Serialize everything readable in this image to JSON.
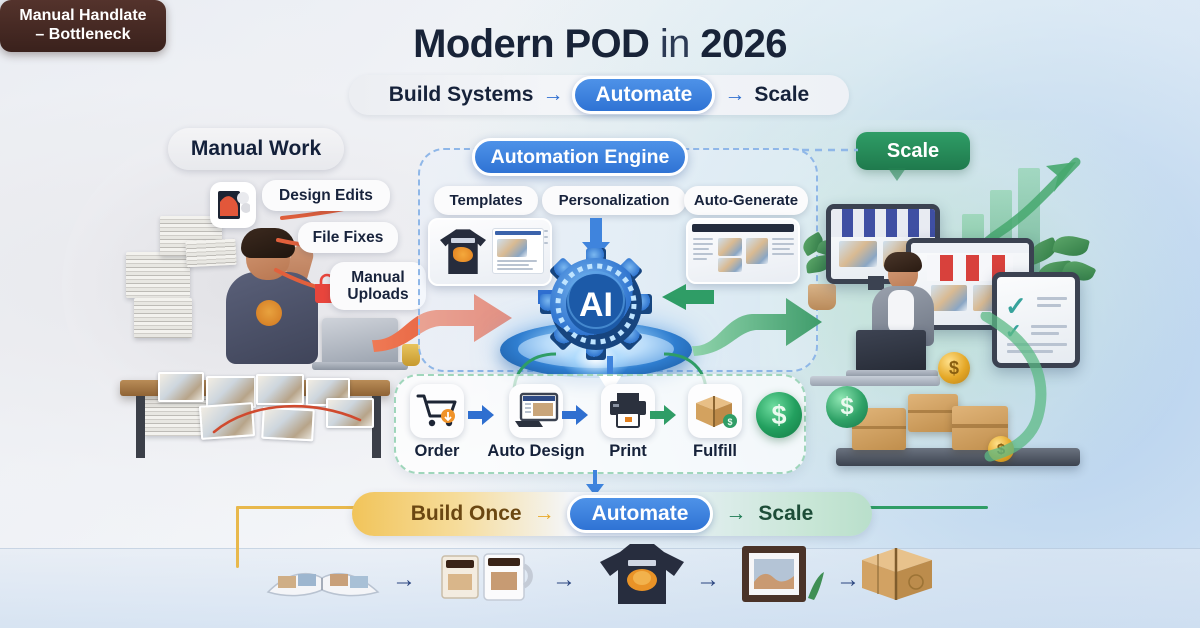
{
  "header": {
    "title_bold": "Modern POD",
    "title_light": "in",
    "title_year": "2026",
    "flow": {
      "step1": "Build Systems",
      "arrow1": "→",
      "step2": "Automate",
      "arrow2": "→",
      "step3": "Scale"
    }
  },
  "left_panel": {
    "heading": "Manual Work",
    "tags": [
      {
        "label": "Design Edits"
      },
      {
        "label": "File Fixes"
      },
      {
        "label_line1": "Manual",
        "label_line2": "Uploads"
      }
    ],
    "bottleneck_line1": "Manual Handlate",
    "bottleneck_line2": "– Bottleneck",
    "icons": {
      "photo": "photo-edit-icon",
      "upload": "upload-bag-icon"
    }
  },
  "center_panel": {
    "heading": "Automation Engine",
    "cards": [
      {
        "label": "Templates"
      },
      {
        "label": "Personalization"
      },
      {
        "label": "Auto-Generate"
      }
    ],
    "hub_label": "AI"
  },
  "workflow": {
    "steps": [
      {
        "label": "Order",
        "icon": "shopping-cart-icon"
      },
      {
        "label": "Auto Design",
        "icon": "monitor-design-icon"
      },
      {
        "label": "Print",
        "icon": "printer-icon"
      },
      {
        "label": "Fulfill",
        "icon": "package-box-icon"
      }
    ],
    "arrows": [
      "→",
      "→",
      "→"
    ],
    "money_symbol": "$"
  },
  "right_panel": {
    "badge": "Scale",
    "money_symbol": "$",
    "check_symbol": "✓"
  },
  "bottom_bar": {
    "step1": "Build Once",
    "arrow1": "→",
    "step2": "Automate",
    "arrow2": "→",
    "step3": "Scale"
  },
  "product_row": {
    "items": [
      "photo-book",
      "coffee-mugs",
      "t-shirt",
      "framed-photo",
      "shipping-box"
    ],
    "arrows": [
      "→",
      "→",
      "→",
      "→"
    ]
  },
  "colors": {
    "accent_blue": "#2f73d4",
    "accent_green": "#1f7a4d",
    "accent_orange": "#e2801f",
    "warning_red": "#e25a3c",
    "gold": "#e8b84c",
    "dark_text": "#16223a"
  }
}
